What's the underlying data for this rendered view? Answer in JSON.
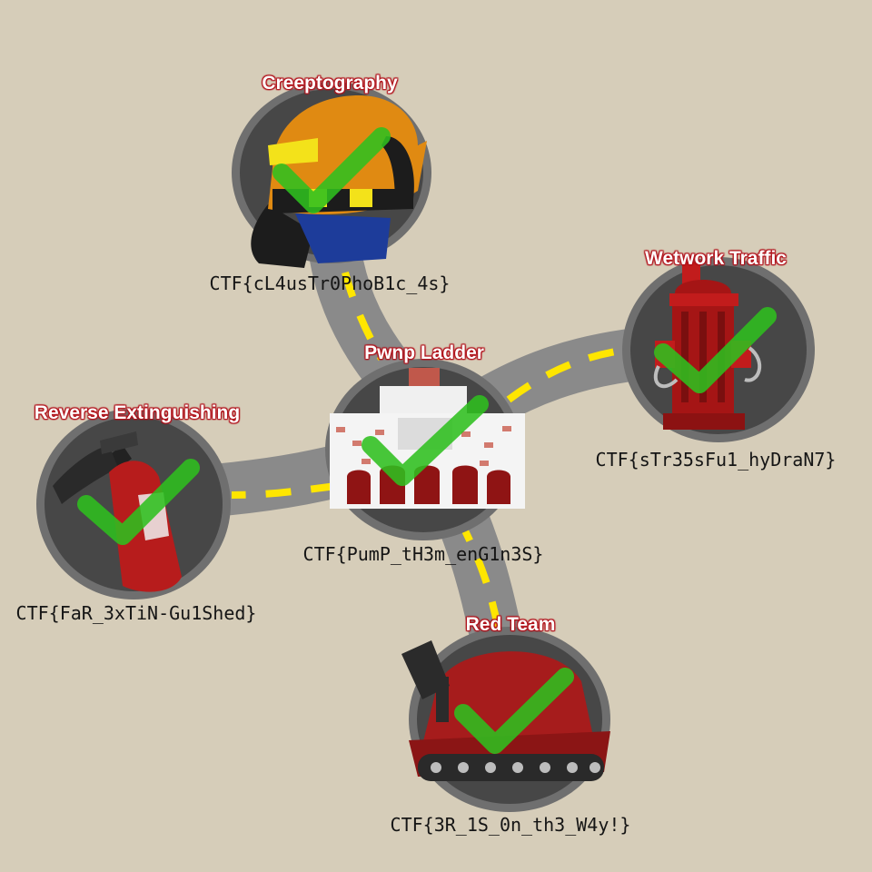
{
  "colors": {
    "background": "#d6cdb9",
    "road": "#8a8a8a",
    "road_dash": "#ffe600",
    "node_ring": "#6f6f6f",
    "node_fill": "#474747",
    "check": "#2fbf1f",
    "title_outline": "#b1121b"
  },
  "challenges": [
    {
      "id": "creeptography",
      "title": "Creeptography",
      "flag": "CTF{cL4usTr0PhoB1c_4s}",
      "solved": true,
      "icon": "firefighter-helmet-icon"
    },
    {
      "id": "wetwork-traffic",
      "title": "Wetwork Traffic",
      "flag": "CTF{sTr35sFu1_hyDraN7}",
      "solved": true,
      "icon": "fire-hydrant-icon"
    },
    {
      "id": "pwnp-ladder",
      "title": "Pwnp Ladder",
      "flag": "CTF{PumP_tH3m_enG1n3S}",
      "solved": true,
      "icon": "fire-station-icon"
    },
    {
      "id": "reverse-extinguishing",
      "title": "Reverse Extinguishing",
      "flag": "CTF{FaR_3xTiN-Gu1Shed}",
      "solved": true,
      "icon": "fire-extinguisher-icon"
    },
    {
      "id": "red-team",
      "title": "Red Team",
      "flag": "CTF{3R_1S_0n_th3_W4y!}",
      "solved": true,
      "icon": "fire-truck-icon"
    }
  ]
}
